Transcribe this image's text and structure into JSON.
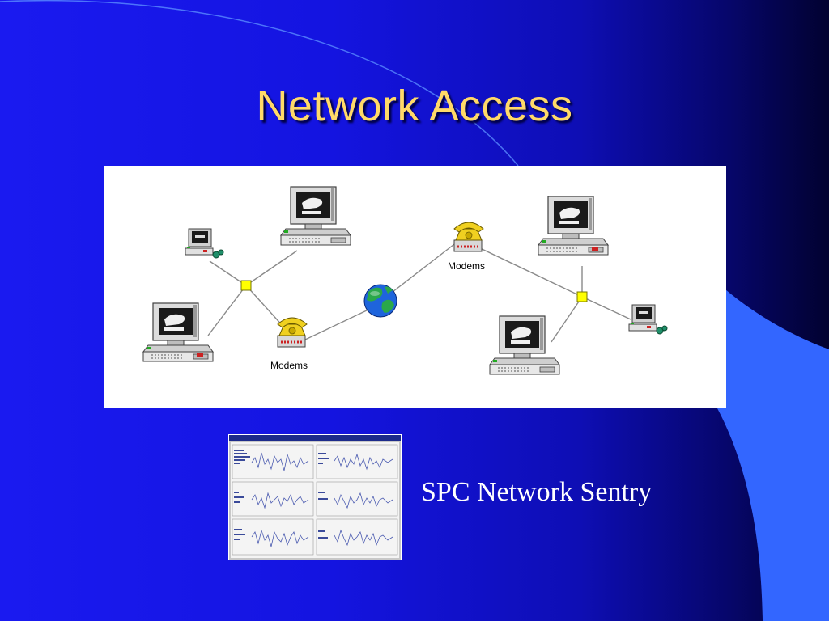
{
  "slide": {
    "title": "Network Access",
    "caption": "SPC Network Sentry"
  },
  "diagram": {
    "modem_label_left": "Modems",
    "modem_label_right": "Modems"
  },
  "colors": {
    "title": "#ffd968",
    "accent_shape": "#3366ff",
    "hub": "#ffff00",
    "globe_ocean": "#1e64dc",
    "globe_land": "#2aa84a",
    "phone": "#f0d020"
  },
  "icons": [
    "workstation-icon",
    "small-workstation-icon",
    "hub-icon",
    "telephone-icon",
    "globe-icon"
  ]
}
